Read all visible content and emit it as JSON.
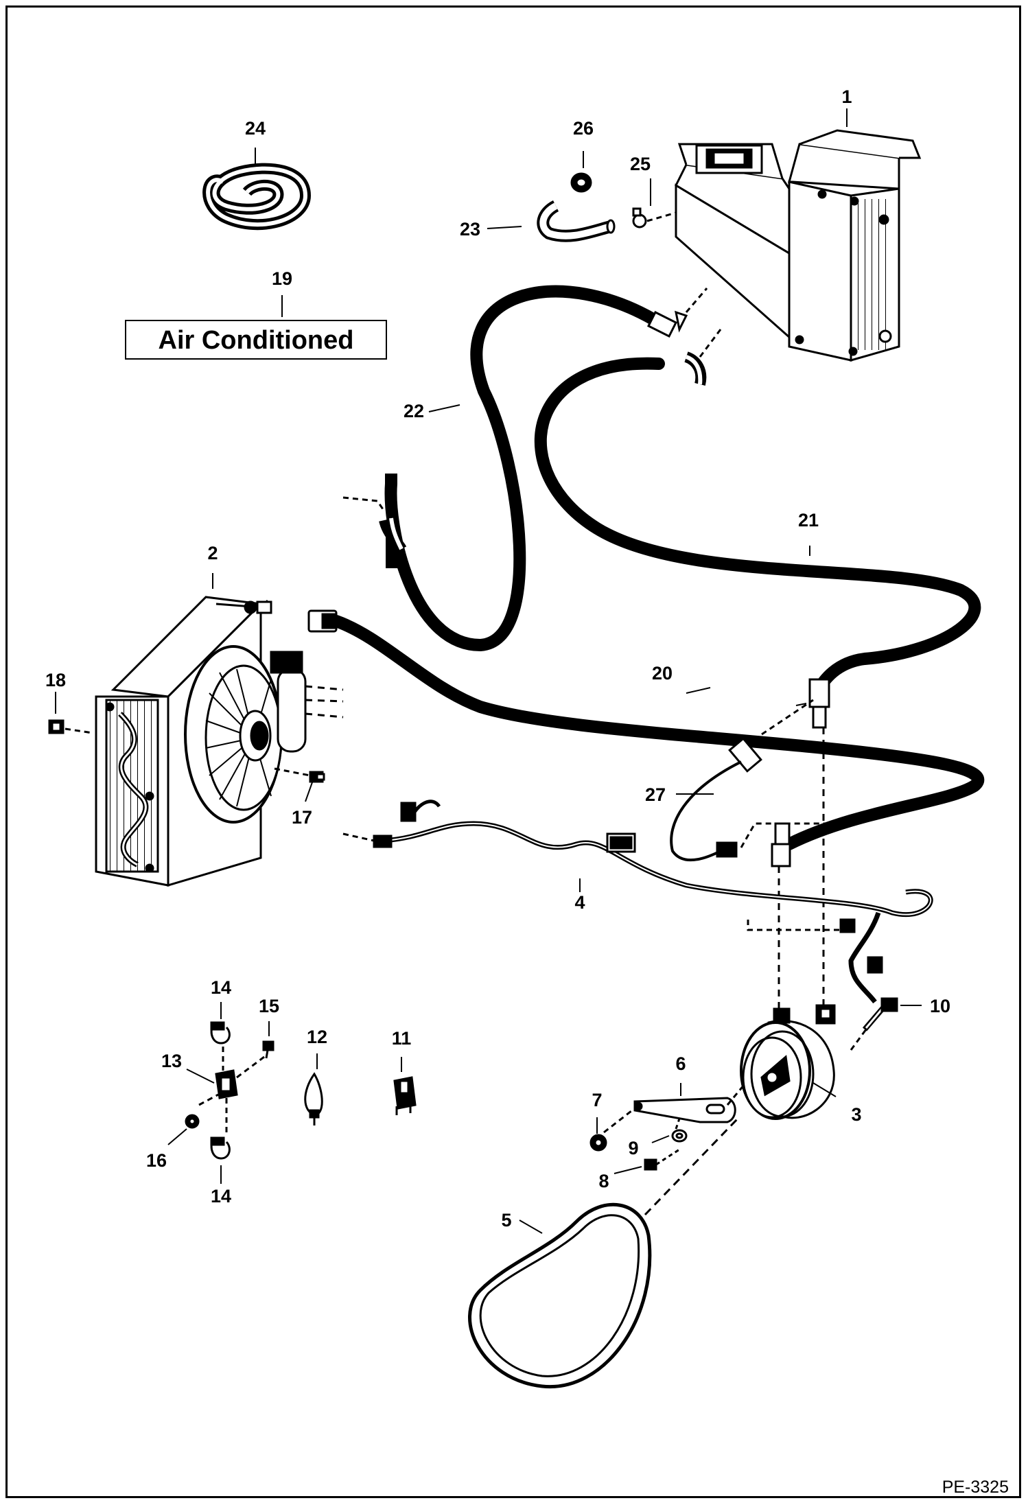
{
  "drawing": {
    "id": "PE-3325",
    "label_text": "Air Conditioned"
  },
  "callouts": [
    "1",
    "2",
    "3",
    "4",
    "5",
    "6",
    "7",
    "8",
    "9",
    "10",
    "11",
    "12",
    "13",
    "14",
    "14",
    "15",
    "16",
    "17",
    "18",
    "19",
    "20",
    "21",
    "22",
    "23",
    "24",
    "25",
    "26",
    "27"
  ],
  "colors": {
    "line": "#000000",
    "background": "#ffffff"
  }
}
